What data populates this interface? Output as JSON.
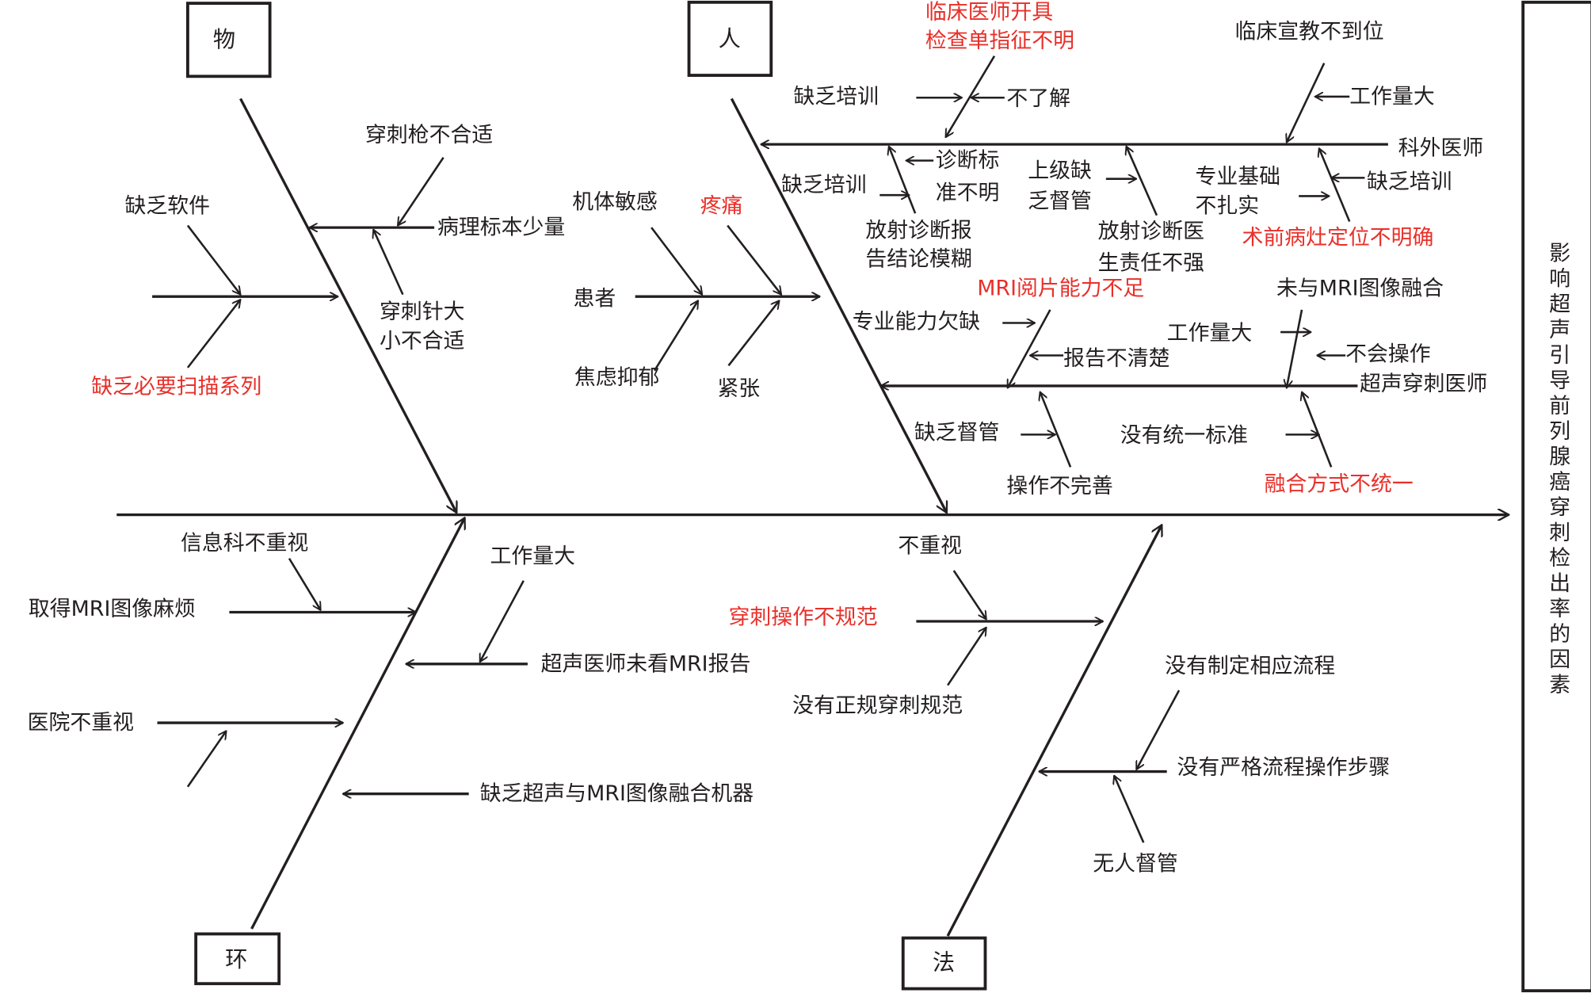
{
  "effect": "影响超声引导前列腺癌穿刺检出率的因素",
  "colors": {
    "line": "#231f20",
    "highlight": "#e8302a"
  },
  "categories": {
    "wu": "物",
    "ren": "人",
    "huan": "环",
    "fa": "法"
  },
  "wu": {
    "gun": "穿刺枪不合适",
    "software": "缺乏软件",
    "specimen": "病理标本少量",
    "needle_1": "穿刺针大",
    "needle_2": "小不合适",
    "scan": "缺乏必要扫描系列"
  },
  "ren": {
    "patient": {
      "label": "患者",
      "sensitive": "机体敏感",
      "pain": "疼痛",
      "anxiety": "焦虑抑郁",
      "nervous": "紧张"
    },
    "surgeon": {
      "label": "科外医师",
      "order_1": "临床医师开具",
      "order_2": "检查单指征不明",
      "education": "临床宣教不到位",
      "training_a": "缺乏培训",
      "not_understand": "不了解",
      "workload": "工作量大",
      "criteria_1": "诊断标",
      "criteria_2": "准不明",
      "training_b": "缺乏培训",
      "supervision_1": "上级缺",
      "supervision_2": "乏督管",
      "basics_1": "专业基础",
      "basics_2": "不扎实",
      "training_c": "缺乏培训",
      "report_vague_1": "放射诊断报",
      "report_vague_2": "告结论模糊",
      "radiologist_1": "放射诊断医",
      "radiologist_2": "生责任不强",
      "localization": "术前病灶定位不明确"
    },
    "sonographer": {
      "label": "超声穿刺医师",
      "mri_reading": "MRI阅片能力不足",
      "no_fusion": "未与MRI图像融合",
      "competence": "专业能力欠缺",
      "workload": "工作量大",
      "report_unclear": "报告不清楚",
      "cannot_operate": "不会操作",
      "lack_supervision": "缺乏督管",
      "no_standard": "没有统一标准",
      "operation": "操作不完善",
      "fusion_method": "融合方式不统一"
    }
  },
  "huan": {
    "it_dept": "信息科不重视",
    "mri_access": "取得MRI图像麻烦",
    "workload": "工作量大",
    "no_read_report": "超声医师未看MRI报告",
    "hospital": "医院不重视",
    "no_machine": "缺乏超声与MRI图像融合机器"
  },
  "fa": {
    "ignore": "不重视",
    "irregular": "穿刺操作不规范",
    "no_spec": "没有正规穿刺规范",
    "no_process": "没有制定相应流程",
    "no_steps": "没有严格流程操作步骤",
    "no_supervision": "无人督管"
  }
}
